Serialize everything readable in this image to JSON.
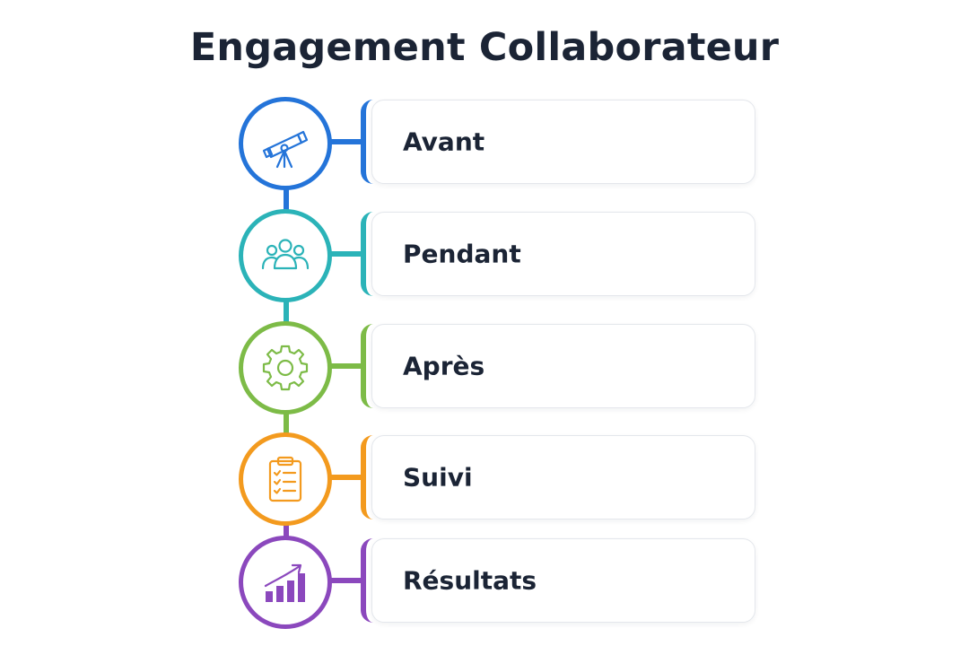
{
  "title": "Engagement Collaborateur",
  "steps": [
    {
      "label": "Avant",
      "icon": "telescope-icon",
      "color": "#2474d9"
    },
    {
      "label": "Pendant",
      "icon": "team-icon",
      "color": "#2bb3b8"
    },
    {
      "label": "Après",
      "icon": "gear-icon",
      "color": "#7dbb47"
    },
    {
      "label": "Suivi",
      "icon": "clipboard-checklist-icon",
      "color": "#f39a1e"
    },
    {
      "label": "Résultats",
      "icon": "growth-chart-icon",
      "color": "#8b48bd"
    }
  ]
}
